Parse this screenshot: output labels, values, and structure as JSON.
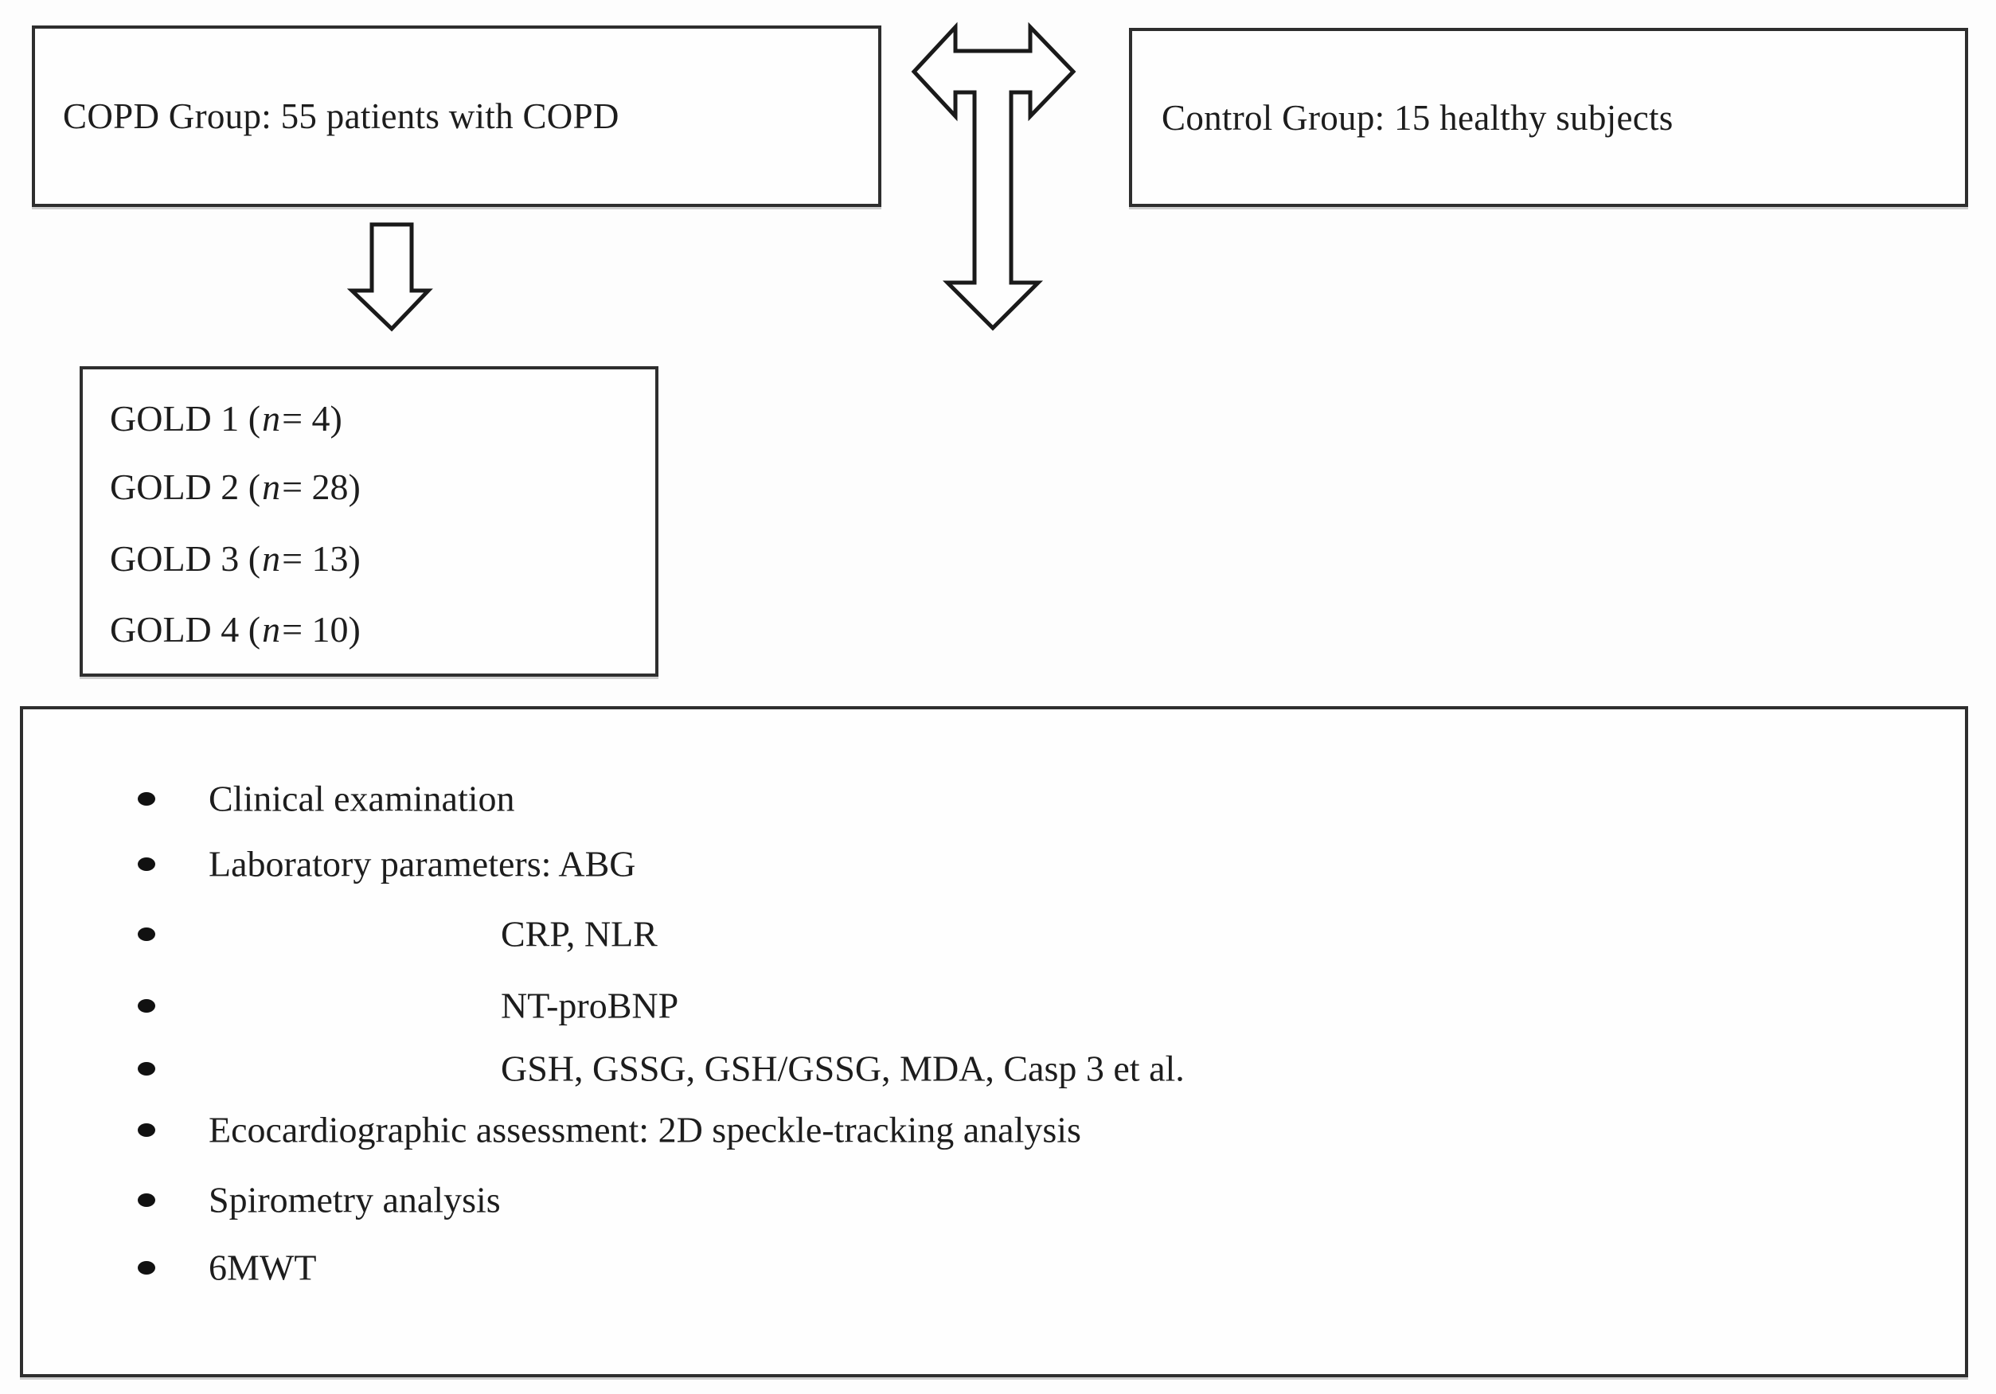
{
  "copd_box": {
    "label": "COPD Group: 55 patients with COPD"
  },
  "control_box": {
    "label": "Control Group: 15 healthy subjects"
  },
  "gold_box": {
    "lines": [
      {
        "pre": "GOLD 1 (",
        "var": "n",
        "post": " = 4)"
      },
      {
        "pre": "GOLD 2 (",
        "var": "n",
        "post": " = 28)"
      },
      {
        "pre": "GOLD 3 (",
        "var": "n",
        "post": " = 13)"
      },
      {
        "pre": "GOLD 4 (",
        "var": "n",
        "post": " = 10)"
      }
    ]
  },
  "checklist": {
    "items": [
      {
        "text": "Clinical examination",
        "indent": false
      },
      {
        "text": "Laboratory parameters: ABG",
        "indent": false
      },
      {
        "text": "CRP, NLR",
        "indent": true
      },
      {
        "text": "NT-proBNP",
        "indent": true
      },
      {
        "text": "GSH, GSSG, GSH/GSSG, MDA, Casp 3 et al.",
        "indent": true
      },
      {
        "text": "Ecocardiographic assessment: 2D speckle-tracking analysis",
        "indent": false
      },
      {
        "text": "Spirometry analysis",
        "indent": false
      },
      {
        "text": "6MWT",
        "indent": false
      }
    ]
  },
  "icons": {
    "split_arrow": "left-right-down-arrow",
    "down_arrow": "down-block-arrow",
    "bullet": "bullet-dot"
  },
  "colors": {
    "border": "#2e2e2e",
    "text": "#1d1d1d",
    "background": "#fdfdfd"
  }
}
